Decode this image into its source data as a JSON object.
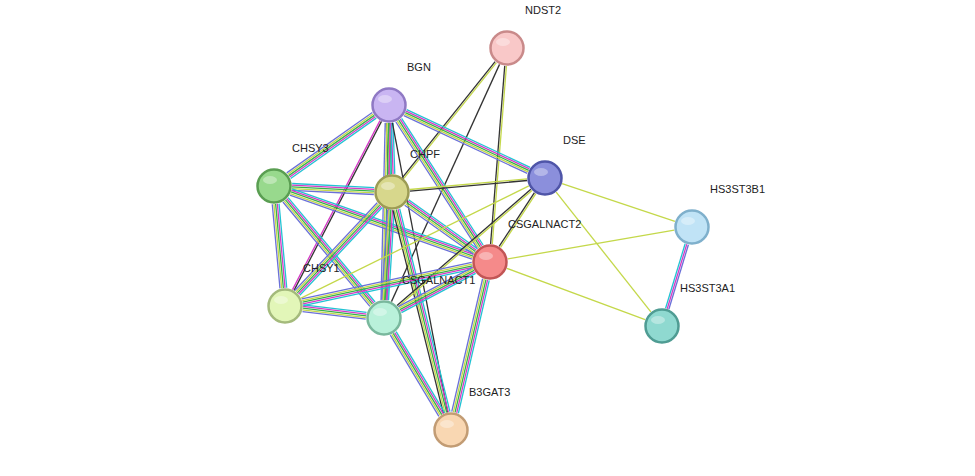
{
  "diagram": {
    "nodes": [
      {
        "text": [
          "NDST2"
        ]
      },
      {
        "text": [
          "BGN"
        ]
      },
      {
        "text": [
          "DSE"
        ]
      },
      {
        "text": [
          "CHSY3"
        ]
      },
      {
        "text": [
          "CHPF"
        ]
      },
      {
        "text": [
          "HS3ST3B1"
        ]
      },
      {
        "text": [
          "CSGALNACT2"
        ]
      },
      {
        "text": [
          "CHSY1"
        ]
      },
      {
        "text": [
          "CSGALNACT1"
        ]
      },
      {
        "text": [
          "HS3ST3A1"
        ]
      },
      {
        "text": [
          "B3GAT3"
        ]
      }
    ],
    "edges": [
      {
        "from": 0,
        "to": 4,
        "arrow": "none"
      },
      {
        "from": 0,
        "to": 6,
        "arrow": "none"
      },
      {
        "from": 0,
        "to": 8,
        "arrow": "none"
      },
      {
        "from": 1,
        "to": 3,
        "arrow": "none"
      },
      {
        "from": 1,
        "to": 4,
        "arrow": "none"
      },
      {
        "from": 1,
        "to": 7,
        "arrow": "none"
      },
      {
        "from": 1,
        "to": 8,
        "arrow": "none"
      },
      {
        "from": 1,
        "to": 6,
        "arrow": "none"
      },
      {
        "from": 1,
        "to": 2,
        "arrow": "none"
      },
      {
        "from": 1,
        "to": 10,
        "arrow": "none"
      },
      {
        "from": 3,
        "to": 4,
        "arrow": "none"
      },
      {
        "from": 3,
        "to": 7,
        "arrow": "none"
      },
      {
        "from": 3,
        "to": 8,
        "arrow": "none"
      },
      {
        "from": 3,
        "to": 6,
        "arrow": "none"
      },
      {
        "from": 4,
        "to": 2,
        "arrow": "none"
      },
      {
        "from": 4,
        "to": 6,
        "arrow": "none"
      },
      {
        "from": 4,
        "to": 7,
        "arrow": "none"
      },
      {
        "from": 4,
        "to": 8,
        "arrow": "none"
      },
      {
        "from": 4,
        "to": 10,
        "arrow": "none"
      },
      {
        "from": 2,
        "to": 6,
        "arrow": "none"
      },
      {
        "from": 2,
        "to": 8,
        "arrow": "none"
      },
      {
        "from": 2,
        "to": 7,
        "arrow": "none"
      },
      {
        "from": 2,
        "to": 9,
        "arrow": "none"
      },
      {
        "from": 2,
        "to": 5,
        "arrow": "none"
      },
      {
        "from": 6,
        "to": 5,
        "arrow": "none"
      },
      {
        "from": 6,
        "to": 9,
        "arrow": "none"
      },
      {
        "from": 6,
        "to": 7,
        "arrow": "none"
      },
      {
        "from": 6,
        "to": 8,
        "arrow": "none"
      },
      {
        "from": 6,
        "to": 10,
        "arrow": "none"
      },
      {
        "from": 7,
        "to": 8,
        "arrow": "none"
      },
      {
        "from": 8,
        "to": 10,
        "arrow": "none"
      },
      {
        "from": 5,
        "to": 9,
        "arrow": "none"
      }
    ]
  }
}
